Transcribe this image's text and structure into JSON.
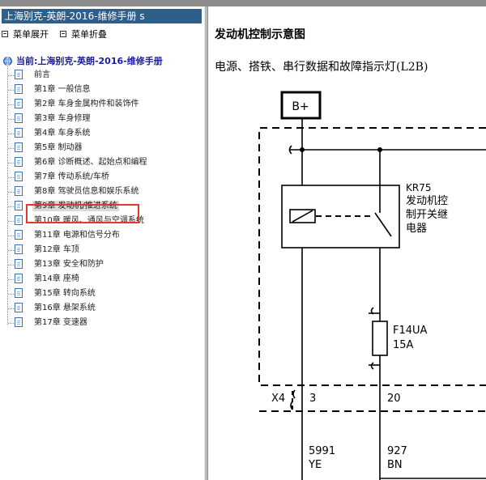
{
  "window": {
    "title": "上海别克-英朗-2016-维修手册 s"
  },
  "menu": {
    "expand_label": "菜单展开",
    "collapse_label": "菜单折叠"
  },
  "tree": {
    "root_label": "当前:上海别克-英朗-2016-维修手册",
    "items": [
      {
        "label": "前言"
      },
      {
        "label": "第1章 一般信息"
      },
      {
        "label": "第2章 车身金属构件和装饰件"
      },
      {
        "label": "第3章 车身修理"
      },
      {
        "label": "第4章 车身系统"
      },
      {
        "label": "第5章 制动器"
      },
      {
        "label": "第6章 诊断概述、起始点和编程"
      },
      {
        "label": "第7章 传动系统/车桥"
      },
      {
        "label": "第8章 驾驶员信息和娱乐系统"
      },
      {
        "label": "第9章 发动机/推进系统"
      },
      {
        "label": "第10章 暖风、通风与空调系统"
      },
      {
        "label": "第11章 电源和信号分布"
      },
      {
        "label": "第12章 车顶"
      },
      {
        "label": "第13章 安全和防护"
      },
      {
        "label": "第14章 座椅"
      },
      {
        "label": "第15章 转向系统"
      },
      {
        "label": "第16章 悬架系统"
      },
      {
        "label": "第17章 变速器"
      }
    ],
    "selected_index": 9
  },
  "document": {
    "title": "发动机控制示意图",
    "subtitle": "电源、搭铁、串行数据和故障指示灯(L2B)"
  },
  "diagram": {
    "battery_label": "B+",
    "relay_id": "KR75",
    "relay_name_lines": [
      "发动机控",
      "制开关继",
      "电器"
    ],
    "fuse_id": "F14UA",
    "fuse_rating": "15A",
    "connector": "X4",
    "pin_left": "3",
    "pin_right": "20",
    "wire_left_circuit": "5991",
    "wire_left_color": "YE",
    "wire_right_circuit": "927",
    "wire_right_color": "BN"
  },
  "colors": {
    "title_bar": "#2e5f8a",
    "highlight": "#e0392f",
    "root_text": "#1a1aa6",
    "selected_bg": "#d9d9d9"
  }
}
